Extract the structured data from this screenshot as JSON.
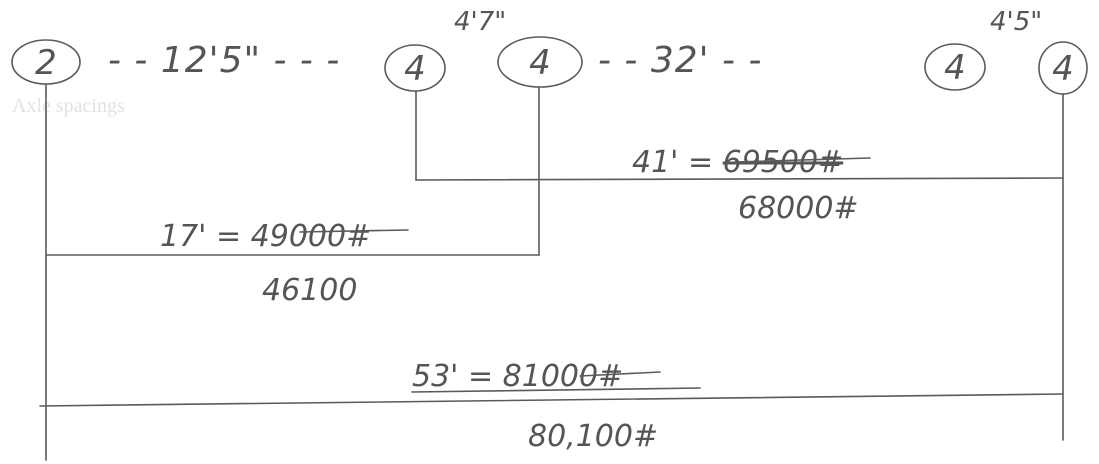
{
  "faint_text": "Axle spacings",
  "axles": [
    "2",
    "4",
    "4",
    "4",
    "4"
  ],
  "spacings": {
    "s1": "- - 12'5\" - - -",
    "s2": "4'7\"",
    "s3": "- - 32' - -",
    "s4": "4'5\""
  },
  "bridges": [
    {
      "label": "41' = ",
      "struck": "69500#",
      "corrected": "68000#"
    },
    {
      "label": "17' = ",
      "struck": "49000#",
      "corrected": "46100"
    },
    {
      "label": "53' = ",
      "struck": "81000#",
      "corrected": "80,100#"
    }
  ]
}
